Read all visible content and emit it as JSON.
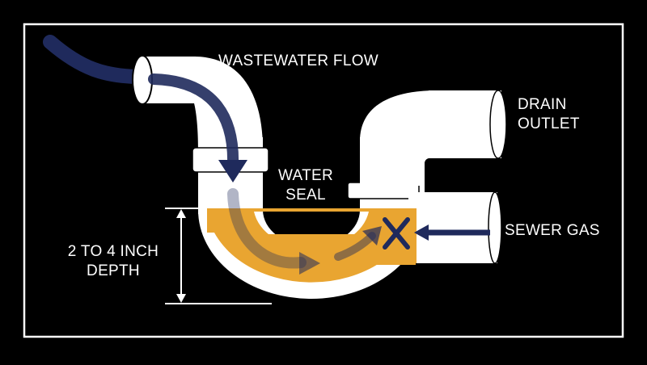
{
  "labels": {
    "wastewater_flow": "WASTEWATER FLOW",
    "drain_outlet_line1": "DRAIN",
    "drain_outlet_line2": "OUTLET",
    "water_seal_line1": "WATER",
    "water_seal_line2": "SEAL",
    "sewer_gas": "SEWER GAS",
    "depth_line1": "2 TO 4 INCH",
    "depth_line2": "DEPTH"
  },
  "colors": {
    "background": "#000000",
    "frame": "#ffffff",
    "pipe": "#ffffff",
    "water": "#e9a531",
    "arrow": "#1f2a5c",
    "block_mark": "#1f2a5c"
  },
  "icons": {
    "flow_arrow": "arrow-icon",
    "gas_block": "x-mark-icon"
  }
}
